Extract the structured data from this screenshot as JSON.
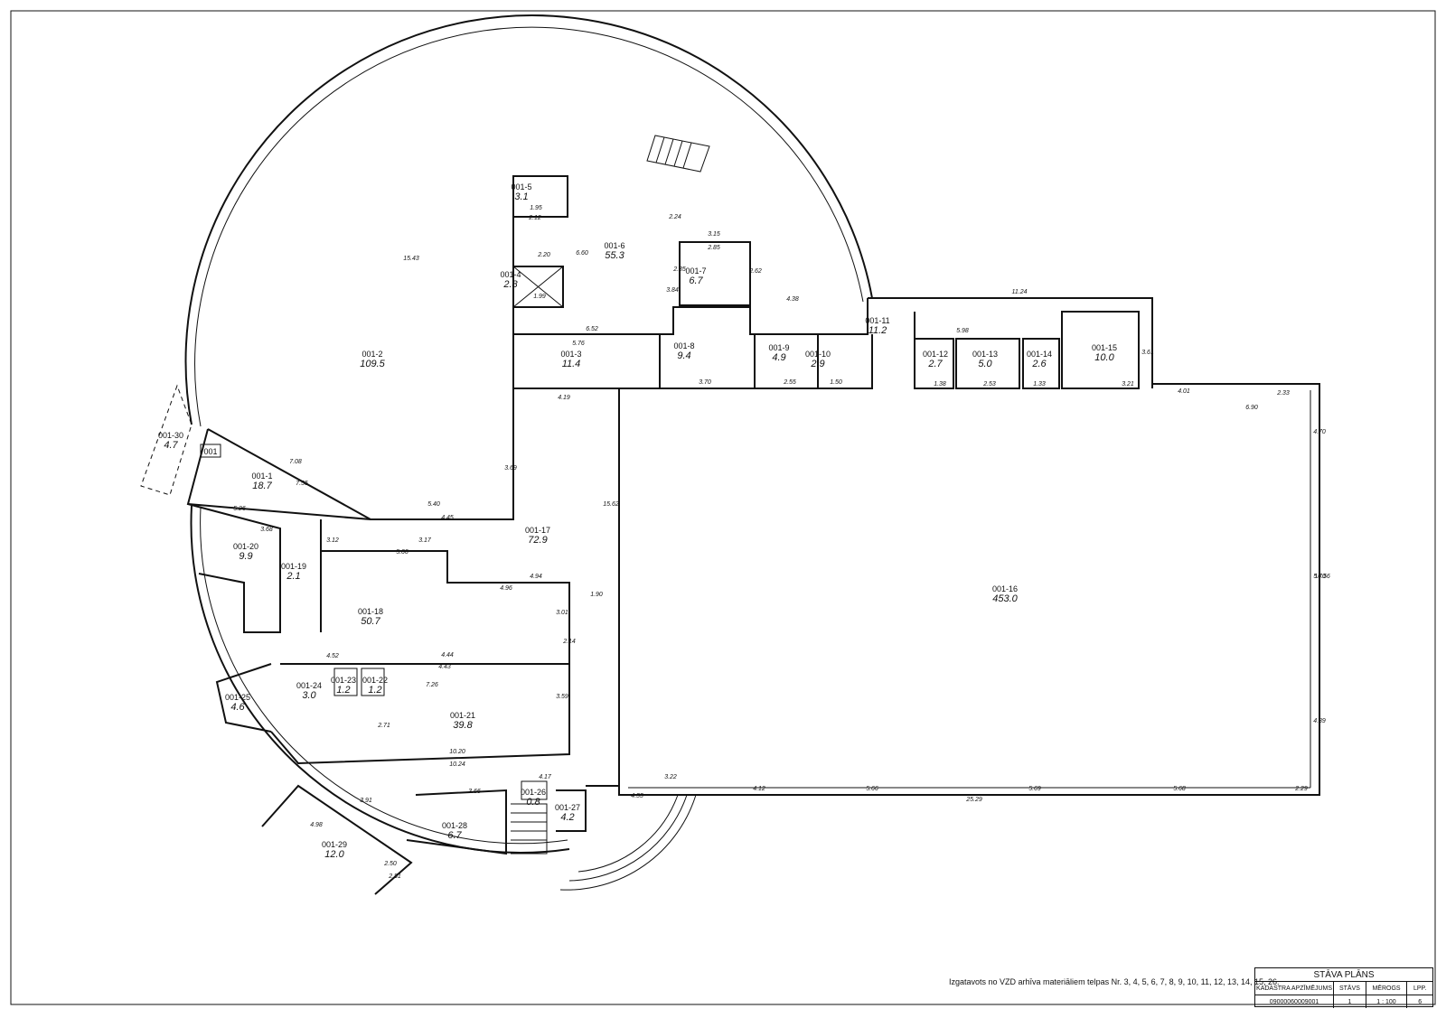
{
  "frame_label": "001",
  "rooms": [
    {
      "id": "001-1",
      "area": "18.7"
    },
    {
      "id": "001-2",
      "area": "109.5"
    },
    {
      "id": "001-3",
      "area": "11.4"
    },
    {
      "id": "001-4",
      "area": "2.8"
    },
    {
      "id": "001-5",
      "area": "3.1"
    },
    {
      "id": "001-6",
      "area": "55.3"
    },
    {
      "id": "001-7",
      "area": "6.7"
    },
    {
      "id": "001-8",
      "area": "9.4"
    },
    {
      "id": "001-9",
      "area": "4.9"
    },
    {
      "id": "001-10",
      "area": "2.9"
    },
    {
      "id": "001-11",
      "area": "11.2"
    },
    {
      "id": "001-12",
      "area": "2.7"
    },
    {
      "id": "001-13",
      "area": "5.0"
    },
    {
      "id": "001-14",
      "area": "2.6"
    },
    {
      "id": "001-15",
      "area": "10.0"
    },
    {
      "id": "001-16",
      "area": "453.0"
    },
    {
      "id": "001-17",
      "area": "72.9"
    },
    {
      "id": "001-18",
      "area": "50.7"
    },
    {
      "id": "001-19",
      "area": "2.1"
    },
    {
      "id": "001-20",
      "area": "9.9"
    },
    {
      "id": "001-21",
      "area": "39.8"
    },
    {
      "id": "001-22",
      "area": "1.2"
    },
    {
      "id": "001-23",
      "area": "1.2"
    },
    {
      "id": "001-24",
      "area": "3.0"
    },
    {
      "id": "001-25",
      "area": "4.6"
    },
    {
      "id": "001-26",
      "area": "0.8"
    },
    {
      "id": "001-27",
      "area": "4.2"
    },
    {
      "id": "001-28",
      "area": "6.7"
    },
    {
      "id": "001-29",
      "area": "12.0"
    },
    {
      "id": "001-30",
      "area": "4.7"
    }
  ],
  "dimensions": [
    "15.43",
    "11.24",
    "5.98",
    "6.52",
    "5.76",
    "25.29",
    "15.62",
    "16.56",
    "4.70",
    "5.70",
    "4.89",
    "4.01",
    "6.90",
    "2.33",
    "5.66",
    "5.69",
    "5.68",
    "4.12",
    "2.29",
    "3.22",
    "4.33",
    "4.17",
    "10.20",
    "10.24",
    "4.94",
    "4.96",
    "5.00",
    "3.17",
    "3.12",
    "5.40",
    "4.45",
    "4.19",
    "3.69",
    "7.08",
    "7.55",
    "5.26",
    "3.68",
    "4.44",
    "4.43",
    "4.52",
    "7.26",
    "2.14",
    "3.01",
    "3.59",
    "2.71",
    "3.66",
    "3.91",
    "4.98",
    "2.50",
    "2.81",
    "1.90",
    "3.70",
    "2.55",
    "1.50",
    "3.21",
    "1.38",
    "2.53",
    "1.33",
    "3.61",
    "3.15",
    "2.85",
    "2.62",
    "2.35",
    "4.38",
    "3.84",
    "2.20",
    "1.99",
    "2.12",
    "1.95",
    "6.60",
    "2.24"
  ],
  "notes": {
    "archive_note": "Izgatavots no VZD arhīva materiāliem telpas Nr. 3, 4, 5, 6, 7, 8, 9, 10, 11, 12, 13, 14, 15, 26."
  },
  "title_block": {
    "title": "STĀVA PLĀNS",
    "headers": [
      "KADASTRA APZĪMĒJUMS",
      "STĀVS",
      "MĒROGS",
      "LPP."
    ],
    "values": [
      "09000060009001",
      "1",
      "1 : 100",
      "6"
    ]
  }
}
